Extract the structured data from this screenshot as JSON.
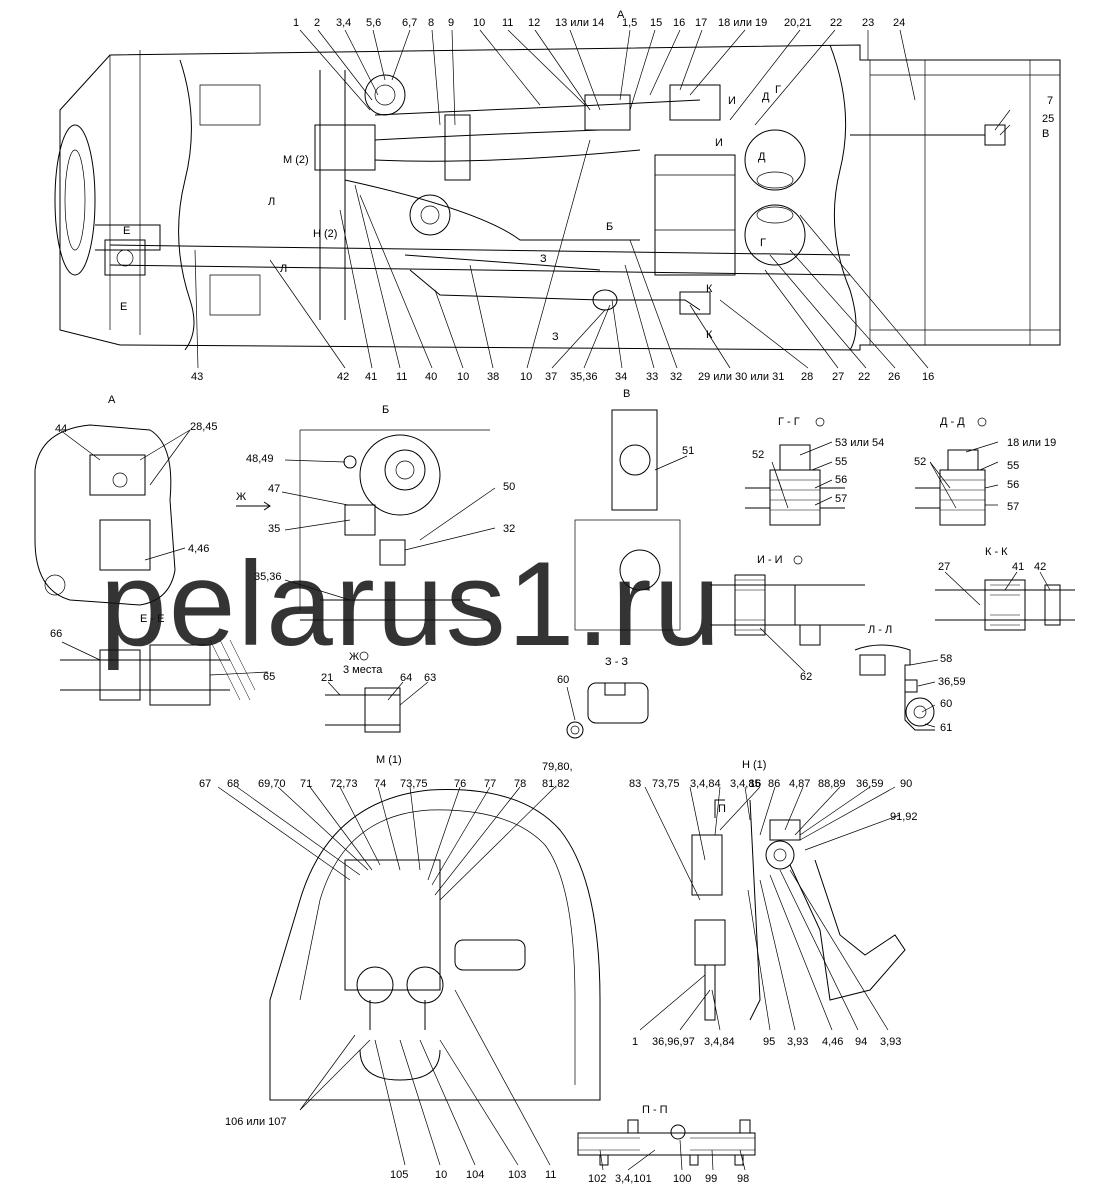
{
  "main_labels_top": [
    "1",
    "2",
    "3,4",
    "5,6",
    "6,7",
    "8",
    "9",
    "10",
    "11",
    "12",
    "13 или 14",
    "1,5",
    "15",
    "16",
    "17",
    "18 или 19",
    "20,21",
    "22",
    "23",
    "24"
  ],
  "main_labels_side": [
    "7",
    "25",
    "В",
    "М (2)",
    "Н (2)",
    "Е",
    "Е",
    "Л",
    "Л",
    "Д",
    "Д",
    "Г",
    "Г",
    "И",
    "И",
    "Б",
    "З",
    "З",
    "К",
    "К",
    "А"
  ],
  "main_labels_bottom": [
    "43",
    "42",
    "41",
    "11",
    "40",
    "10",
    "38",
    "10",
    "37",
    "35,36",
    "34",
    "33",
    "32",
    "29 или 30 или 31",
    "28",
    "27",
    "22",
    "26",
    "16"
  ],
  "views": {
    "A": {
      "title": "А",
      "labels": [
        "44",
        "28,45",
        "4,46"
      ]
    },
    "B": {
      "title": "Б",
      "labels": [
        "48,49",
        "47",
        "35",
        "35,36",
        "50",
        "32"
      ],
      "arrow": "Ж"
    },
    "V": {
      "title": "В",
      "labels": [
        "51"
      ]
    },
    "GG": {
      "title": "Г - Г",
      "labels": [
        "52",
        "53 или 54",
        "55",
        "56",
        "57"
      ]
    },
    "DD": {
      "title": "Д - Д",
      "labels": [
        "52",
        "18 или 19",
        "55",
        "56",
        "57"
      ]
    },
    "EE": {
      "title": "Е - Е",
      "labels": [
        "66",
        "65"
      ]
    },
    "II": {
      "title": "И - И",
      "labels": [
        "62"
      ]
    },
    "KK": {
      "title": "К - К",
      "labels": [
        "27",
        "41",
        "42"
      ]
    },
    "LL": {
      "title": "Л - Л",
      "labels": [
        "58",
        "36,59",
        "60",
        "61"
      ]
    },
    "ZH": {
      "title": "Ж",
      "subtitle": "3 места",
      "labels": [
        "21",
        "64",
        "63"
      ]
    },
    "ZZ": {
      "title": "З - З",
      "labels": [
        "60"
      ]
    },
    "M1": {
      "title": "М (1)",
      "labels": [
        "67",
        "68",
        "69,70",
        "71",
        "72,73",
        "74",
        "73,75",
        "76",
        "77",
        "78",
        "79,80,",
        "81,82",
        "106 или 107",
        "105",
        "10",
        "104",
        "103",
        "11"
      ]
    },
    "N1": {
      "title": "Н (1)",
      "labels": [
        "83",
        "73,75",
        "3,4,84",
        "3,4,85",
        "П",
        "16",
        "86",
        "4,87",
        "88,89",
        "36,59",
        "90",
        "91,92",
        "1",
        "36,96,97",
        "3,4,84",
        "95",
        "3,93",
        "4,46",
        "94",
        "3,93"
      ]
    },
    "PP": {
      "title": "П - П",
      "labels": [
        "102",
        "3,4,101",
        "100",
        "99",
        "98"
      ]
    }
  },
  "watermark": "pelarus1.ru",
  "colors": {
    "ink": "#000000",
    "paper": "#ffffff"
  }
}
